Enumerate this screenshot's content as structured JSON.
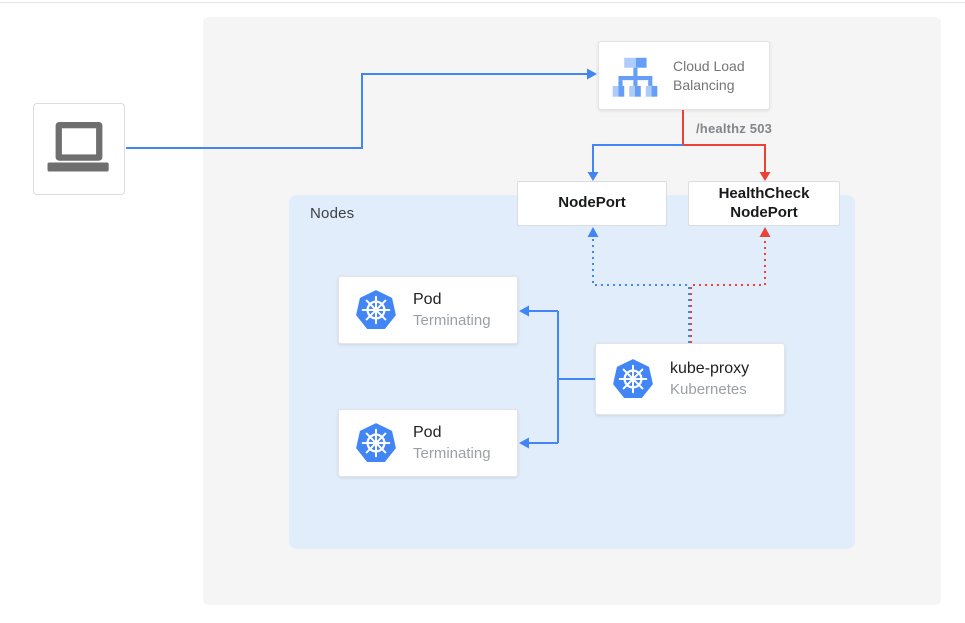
{
  "colors": {
    "accent_blue": "#4285F4",
    "accent_red": "#EA4335",
    "panel_bg": "#F5F5F5",
    "nodes_bg": "#E1EDFB",
    "icon_blue_light": "#AECBFA",
    "icon_blue_medium": "#669DF6",
    "kubernetes_blue": "#4285F4",
    "laptop_gray": "#6f6f6f"
  },
  "nodes_group": {
    "label": "Nodes"
  },
  "cloud_load_balancing": {
    "label": "Cloud Load Balancing"
  },
  "nodeport": {
    "label": "NodePort"
  },
  "healthcheck_nodeport": {
    "label": "HealthCheck NodePort"
  },
  "pods": [
    {
      "title": "Pod",
      "status": "Terminating"
    },
    {
      "title": "Pod",
      "status": "Terminating"
    }
  ],
  "kube_proxy": {
    "title": "kube-proxy",
    "subtitle": "Kubernetes"
  },
  "annotations": {
    "healthz_label": "/healthz 503"
  },
  "icons": {
    "laptop-icon": "client laptop",
    "load-balancer-icon": "cloud load balancing",
    "kubernetes-icon": "kubernetes helm wheel"
  }
}
